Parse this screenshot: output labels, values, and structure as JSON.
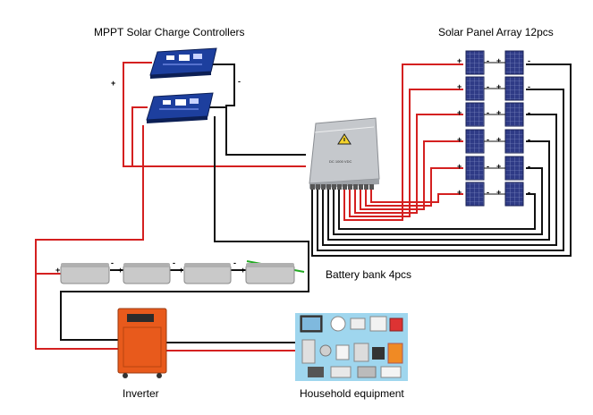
{
  "labels": {
    "controllers": "MPPT Solar Charge Controllers",
    "solar_array": "Solar Panel Array 12pcs",
    "battery_bank": "Battery bank 4pcs",
    "inverter": "Inverter",
    "household": "Household equipment"
  },
  "terminal_signs": {
    "plus": "+",
    "minus": "-"
  },
  "combiner_box_text": "DC 1000 VDC",
  "colors": {
    "positive_wire": "#d42020",
    "negative_wire": "#111111",
    "ground_wire": "#22aa22",
    "controller_blue": "#1d3f9e",
    "solar_panel": "#2f3b86",
    "inverter_orange": "#e85a1c",
    "battery_grey": "#c9c9c9",
    "household_bg": "#9fd6ee"
  },
  "icons": [
    "warning-triangle-icon"
  ]
}
